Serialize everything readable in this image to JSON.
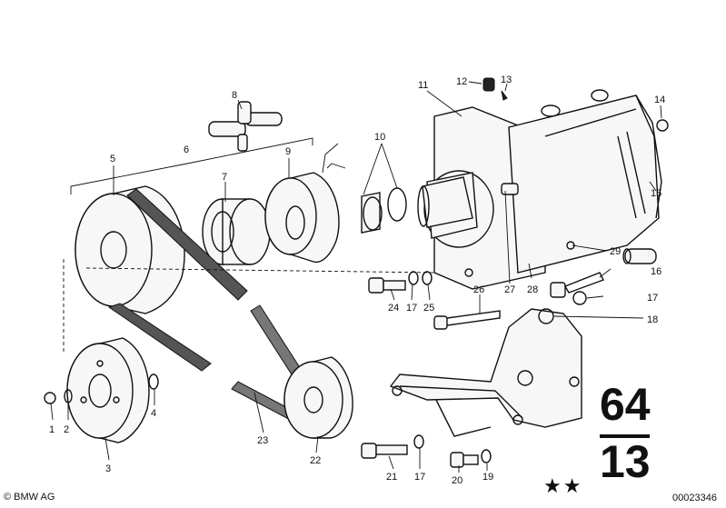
{
  "diagram": {
    "callouts": [
      "1",
      "2",
      "3",
      "4",
      "5",
      "6",
      "7",
      "8",
      "9",
      "10",
      "11",
      "12",
      "13",
      "14",
      "15",
      "16",
      "17",
      "17",
      "17",
      "18",
      "19",
      "20",
      "21",
      "22",
      "23",
      "24",
      "25",
      "26",
      "27",
      "28",
      "29"
    ]
  },
  "section": {
    "major": "64",
    "minor": "13"
  },
  "footer": {
    "copyright": "© BMW AG",
    "stars": "★★",
    "image_code": "00023346"
  }
}
